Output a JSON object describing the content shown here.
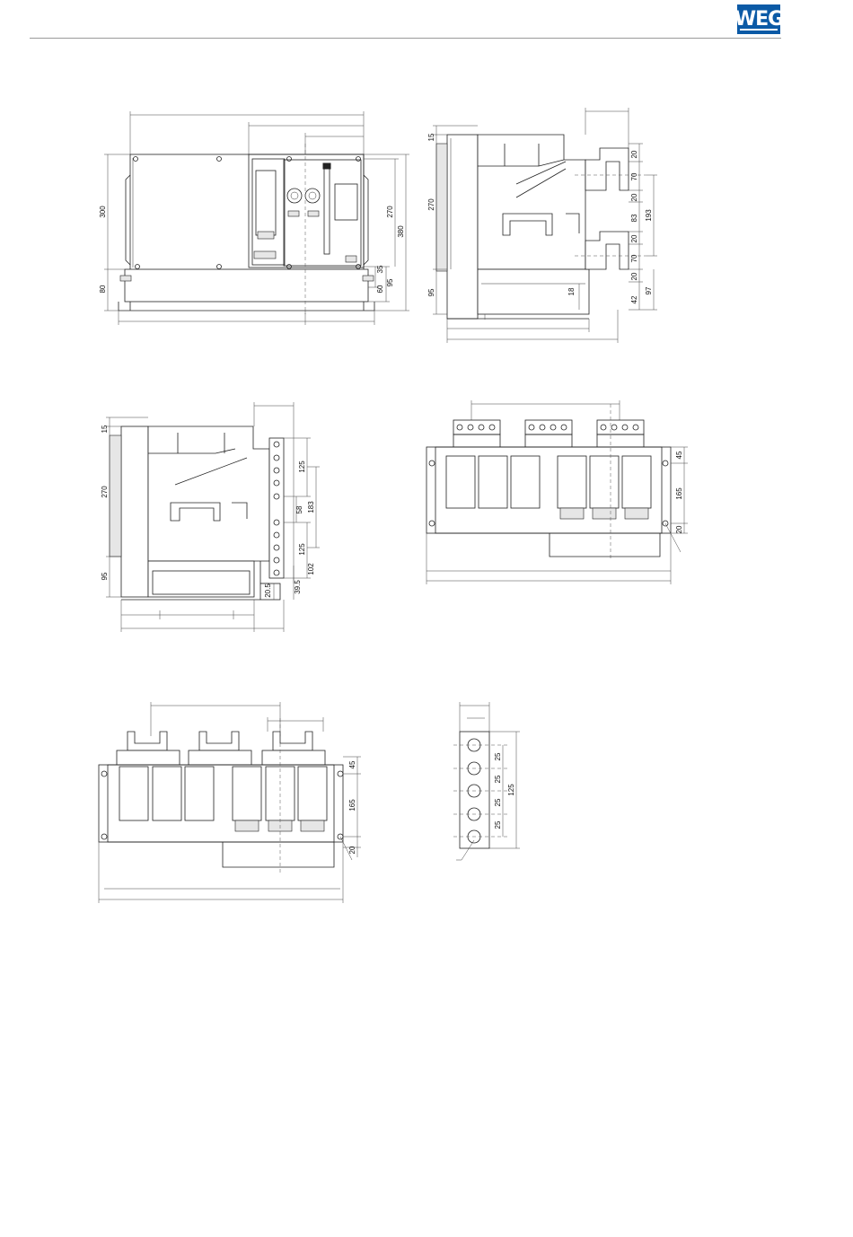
{
  "header": {
    "brand": "WEG"
  },
  "view_front": {
    "dims": [
      "300",
      "80",
      "270",
      "380",
      "35",
      "60",
      "95"
    ]
  },
  "view_side": {
    "dims": [
      "15",
      "270",
      "95",
      "20",
      "70",
      "20",
      "193",
      "83",
      "20",
      "70",
      "20",
      "97",
      "42",
      "18"
    ]
  },
  "view_side_detail": {
    "dims": [
      "15",
      "270",
      "95",
      "125",
      "183",
      "58",
      "125",
      "102",
      "39.5",
      "20.5"
    ]
  },
  "view_rear": {
    "dims": [
      "45",
      "165",
      "20"
    ]
  },
  "view_top": {
    "dims": [
      "45",
      "165",
      "20"
    ]
  },
  "view_busbar": {
    "dims": [
      "25",
      "25",
      "25",
      "25",
      "125"
    ]
  }
}
